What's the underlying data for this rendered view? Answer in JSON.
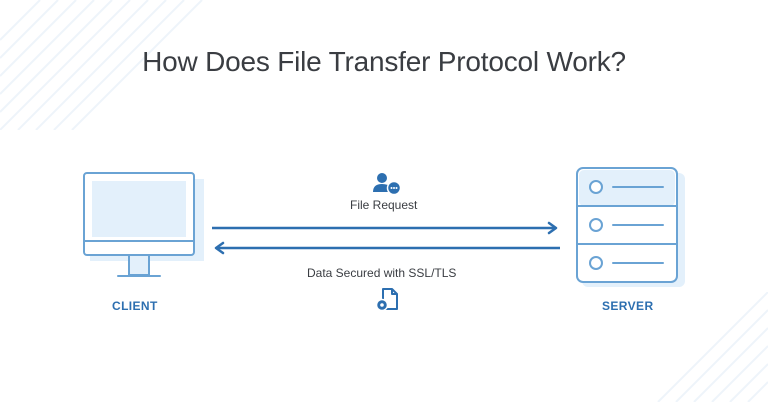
{
  "title": "How Does File Transfer Protocol Work?",
  "client": {
    "label": "CLIENT"
  },
  "server": {
    "label": "SERVER"
  },
  "request": {
    "label": "File Request"
  },
  "response": {
    "label": "Data Secured with SSL/TLS"
  },
  "colors": {
    "accent": "#2d6fb0",
    "outline": "#6aa3d4",
    "fill": "#e3f0fb",
    "text": "#3a3d42"
  },
  "icons": {
    "request": "user-settings-icon",
    "response": "secure-file-icon",
    "client": "desktop-monitor-icon",
    "server": "server-rack-icon"
  }
}
